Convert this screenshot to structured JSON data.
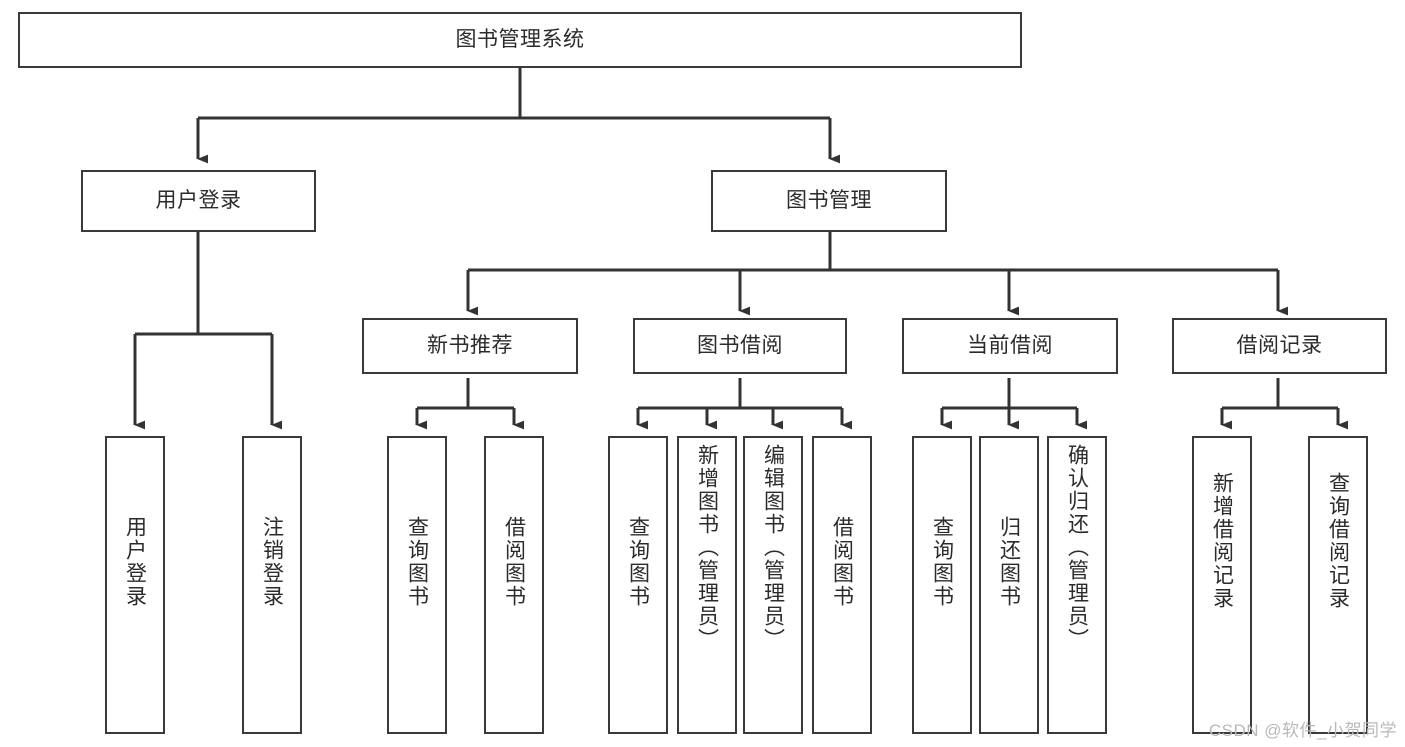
{
  "diagram": {
    "type": "tree-hierarchy",
    "title": "图书管理系统",
    "watermark": "CSDN @软件_小贺同学",
    "colors": {
      "border": "#3a3a3a",
      "background": "#ffffff",
      "text": "#2b2b2b",
      "wire": "#333333",
      "watermark": "#b9b9b9"
    },
    "levels": {
      "root": {
        "label": "图书管理系统"
      },
      "level2": [
        {
          "id": "user-login",
          "label": "用户登录"
        },
        {
          "id": "book-management",
          "label": "图书管理"
        }
      ],
      "level3": [
        {
          "id": "new-book-recommend",
          "label": "新书推荐",
          "parent": "book-management"
        },
        {
          "id": "book-borrow",
          "label": "图书借阅",
          "parent": "book-management"
        },
        {
          "id": "current-borrow",
          "label": "当前借阅",
          "parent": "book-management"
        },
        {
          "id": "borrow-record",
          "label": "借阅记录",
          "parent": "book-management"
        }
      ],
      "leaves": [
        {
          "id": "leaf-user-login",
          "label": "用户登录",
          "parent": "user-login"
        },
        {
          "id": "leaf-logout-login",
          "label": "注销登录",
          "parent": "user-login"
        },
        {
          "id": "leaf-query-book-1",
          "label": "查询图书",
          "parent": "new-book-recommend"
        },
        {
          "id": "leaf-borrow-book-1",
          "label": "借阅图书",
          "parent": "new-book-recommend"
        },
        {
          "id": "leaf-query-book-2",
          "label": "查询图书",
          "parent": "book-borrow"
        },
        {
          "id": "leaf-add-book",
          "label": "新增图书（管理员）",
          "parent": "book-borrow"
        },
        {
          "id": "leaf-edit-book",
          "label": "编辑图书（管理员）",
          "parent": "book-borrow"
        },
        {
          "id": "leaf-borrow-book-2",
          "label": "借阅图书",
          "parent": "book-borrow"
        },
        {
          "id": "leaf-query-book-3",
          "label": "查询图书",
          "parent": "current-borrow"
        },
        {
          "id": "leaf-return-book",
          "label": "归还图书",
          "parent": "current-borrow"
        },
        {
          "id": "leaf-confirm-return",
          "label": "确认归还（管理员）",
          "parent": "current-borrow"
        },
        {
          "id": "leaf-add-record",
          "label": "新增借阅记录",
          "parent": "borrow-record"
        },
        {
          "id": "leaf-query-record",
          "label": "查询借阅记录",
          "parent": "borrow-record"
        }
      ]
    }
  }
}
